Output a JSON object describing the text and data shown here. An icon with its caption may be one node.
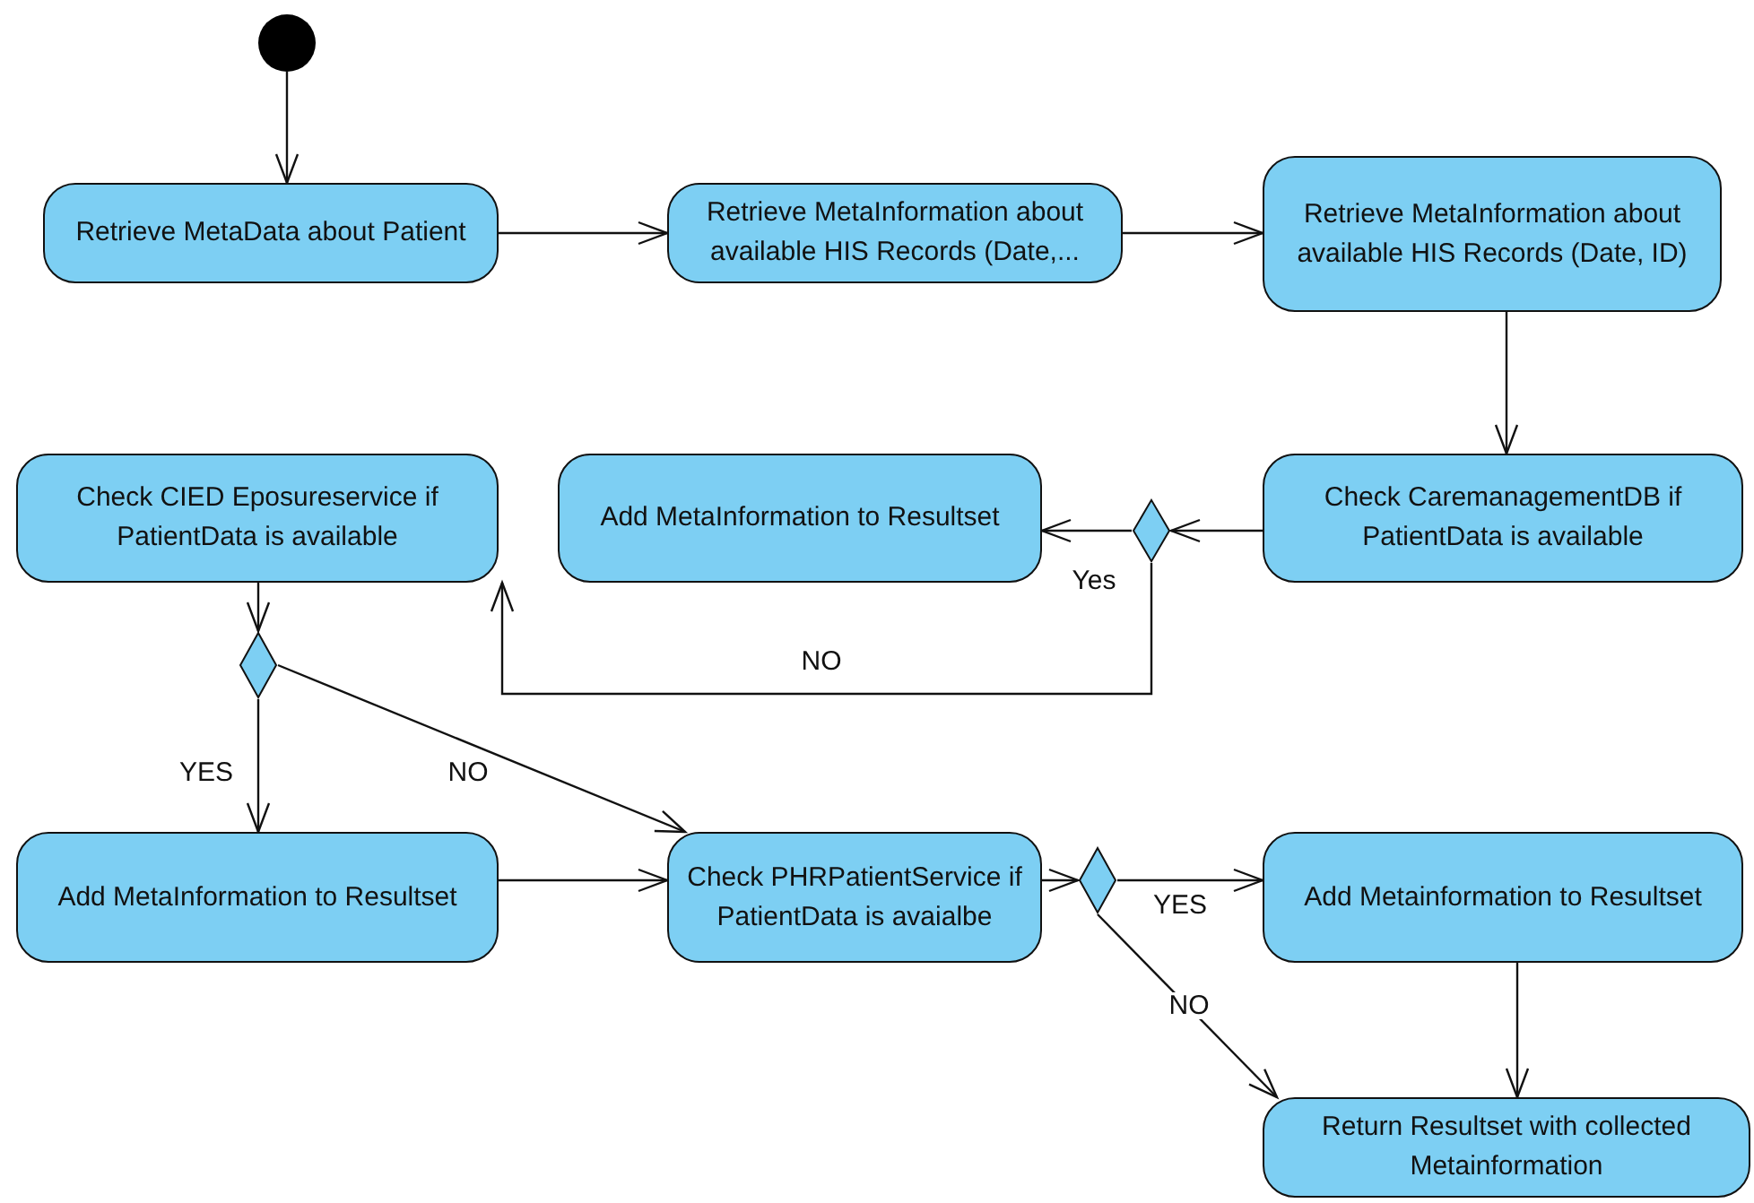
{
  "diagram": {
    "nodes": [
      {
        "text": [],
        "shape": "circle"
      },
      {
        "text": [
          "Retrieve MetaData about Patient"
        ]
      },
      {
        "text": [
          "Retrieve MetaInformation about available HIS Records (Date,..."
        ]
      },
      {
        "text": [
          "Retrieve MetaInformation about available HIS Records (Date, ID)"
        ]
      },
      {
        "text": [
          "Check CaremanagementDB if PatientData is available"
        ]
      },
      {
        "text": [],
        "shape": "diamond"
      },
      {
        "text": [
          "Add MetaInformation to Resultset"
        ]
      },
      {
        "text": [
          "Check CIED Eposureservice if PatientData is available"
        ]
      },
      {
        "text": [],
        "shape": "diamond"
      },
      {
        "text": [
          "Add MetaInformation to Resultset"
        ]
      },
      {
        "text": [
          "Check PHRPatientService if PatientData is avaialbe"
        ]
      },
      {
        "text": [],
        "shape": "diamond"
      },
      {
        "text": [
          "Add Metainformation to Resultset"
        ]
      },
      {
        "text": [
          "Return Resultset with collected Metainformation"
        ]
      }
    ],
    "edges": [
      {
        "from": 0,
        "to": 1,
        "arrow": "to"
      },
      {
        "from": 1,
        "to": 2,
        "arrow": "to"
      },
      {
        "from": 2,
        "to": 3,
        "arrow": "to"
      },
      {
        "from": 3,
        "to": 4,
        "arrow": "to"
      },
      {
        "from": 4,
        "to": 5,
        "arrow": "to"
      },
      {
        "from": 5,
        "to": 6,
        "arrow": "to",
        "label": "Yes"
      },
      {
        "from": 5,
        "to": 7,
        "arrow": "to",
        "label": "NO"
      },
      {
        "from": 7,
        "to": 8,
        "arrow": "to"
      },
      {
        "from": 8,
        "to": 9,
        "arrow": "to",
        "label": "YES"
      },
      {
        "from": 8,
        "to": 10,
        "arrow": "to",
        "label": "NO"
      },
      {
        "from": 9,
        "to": 10,
        "arrow": "to"
      },
      {
        "from": 10,
        "to": 11,
        "arrow": "to"
      },
      {
        "from": 11,
        "to": 12,
        "arrow": "to",
        "label": "YES"
      },
      {
        "from": 11,
        "to": 13,
        "arrow": "to",
        "label": "NO"
      },
      {
        "from": 12,
        "to": 13,
        "arrow": "to"
      }
    ]
  }
}
